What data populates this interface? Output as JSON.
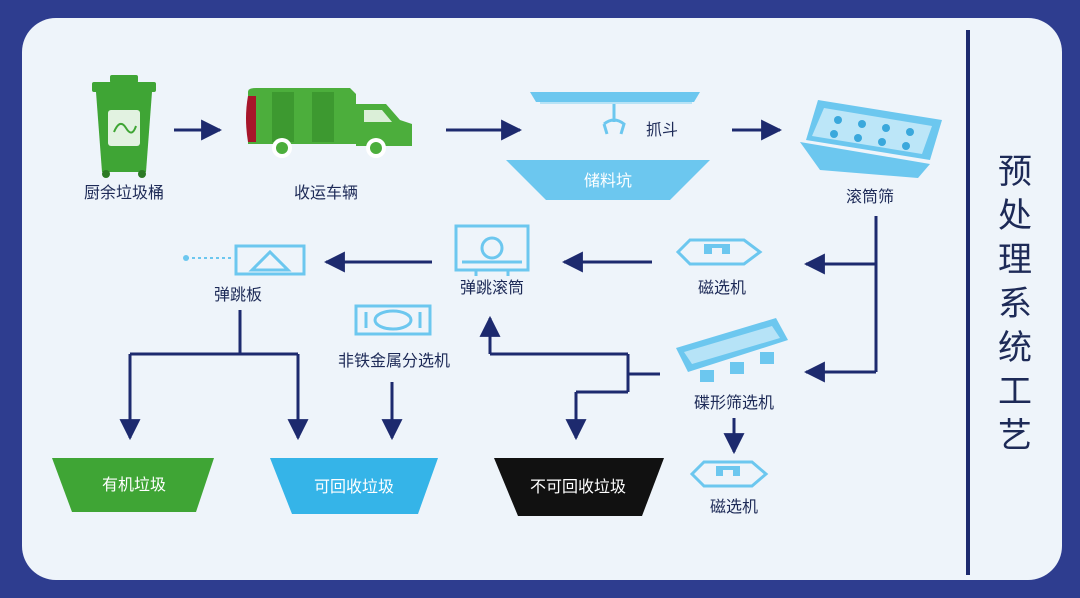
{
  "title": "预处理系统工艺",
  "nodes": {
    "kitchen_bin": "厨余垃圾桶",
    "truck": "收运车辆",
    "grab": "抓斗",
    "storage_pit": "储料坑",
    "drum_screen": "滚筒筛",
    "magnetic_1": "磁选机",
    "bounce_drum": "弹跳滚筒",
    "bounce_board": "弹跳板",
    "nonferrous": "非铁金属分选机",
    "disc_screen": "碟形筛选机",
    "magnetic_2": "磁选机"
  },
  "outputs": {
    "organic": "有机垃圾",
    "recyclable": "可回收垃圾",
    "non_recyclable": "不可回收垃圾"
  },
  "colors": {
    "background": "#2e3d8f",
    "board": "#eef4fa",
    "arrow": "#1d2a6e",
    "organic": "#3fa535",
    "recyclable": "#35b4e8",
    "non_recyclable": "#111111",
    "equipment": "#6cc7ef"
  }
}
